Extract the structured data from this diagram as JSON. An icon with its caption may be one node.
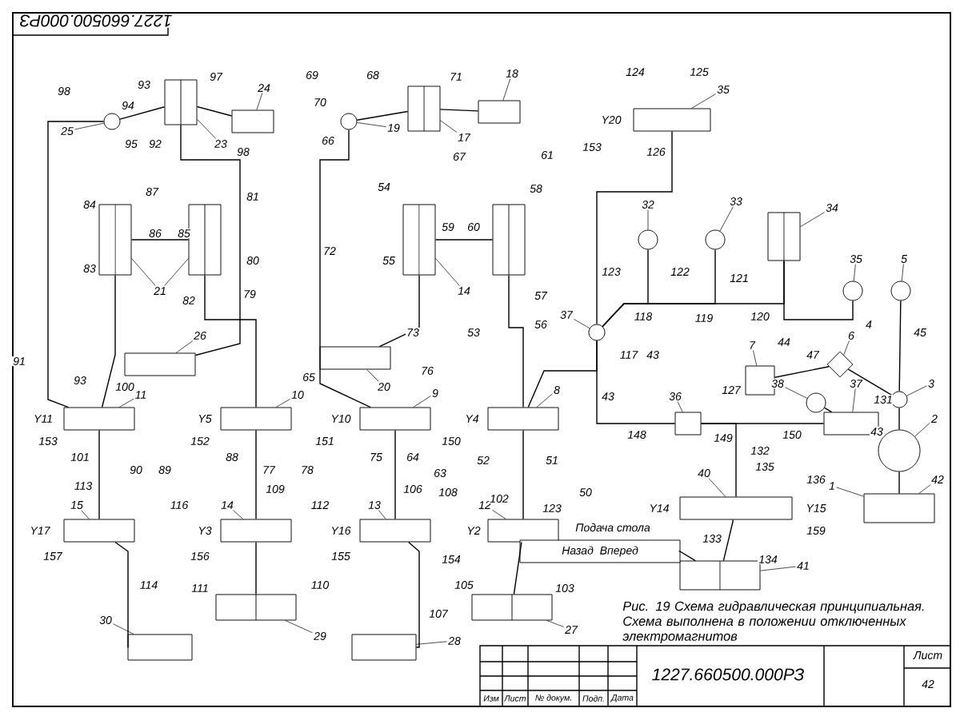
{
  "diagram": {
    "caption": "Рис. 19 Схема гидравлическая принципиальная. Схема выполнена в положении отключенных электромагнитов",
    "nodes": [
      {
        "text": [],
        "shape": "cylinder"
      },
      {
        "text": [],
        "shape": "circle"
      },
      {
        "text": [],
        "shape": "box"
      },
      {
        "text": [],
        "shape": "cylinder"
      },
      {
        "text": [],
        "shape": "cylinder"
      },
      {
        "text": [],
        "shape": "cylinder"
      },
      {
        "text": [],
        "shape": "circle"
      },
      {
        "text": [],
        "shape": "box"
      },
      {
        "text": [],
        "shape": "cylinder"
      },
      {
        "text": [],
        "shape": "cylinder"
      },
      {
        "text": [],
        "shape": "box"
      },
      {
        "text": [],
        "shape": "box"
      },
      {
        "text": [],
        "shape": "box",
        "beside": [
          "Y11"
        ]
      },
      {
        "text": [],
        "shape": "box",
        "beside": [
          "Y5"
        ]
      },
      {
        "text": [],
        "shape": "box",
        "beside": [
          "Y10"
        ]
      },
      {
        "text": [],
        "shape": "box",
        "beside": [
          "Y4"
        ]
      },
      {
        "text": [],
        "shape": "box",
        "beside": [
          "Y17"
        ]
      },
      {
        "text": [],
        "shape": "box",
        "beside": [
          "Y3"
        ]
      },
      {
        "text": [],
        "shape": "box",
        "beside": [
          "Y16"
        ]
      },
      {
        "text": [],
        "shape": "box",
        "beside": [
          "Y2"
        ]
      },
      {
        "text": [],
        "shape": "box"
      },
      {
        "text": [],
        "shape": "cylinder"
      },
      {
        "text": [],
        "shape": "box"
      },
      {
        "text": [],
        "shape": "cylinder"
      },
      {
        "text": [],
        "shape": "box",
        "beside": [
          "Y20"
        ]
      },
      {
        "text": [],
        "shape": "circle"
      },
      {
        "text": [],
        "shape": "circle"
      },
      {
        "text": [],
        "shape": "cylinder"
      },
      {
        "text": [],
        "shape": "circle"
      },
      {
        "text": [],
        "shape": "circle"
      },
      {
        "text": [],
        "shape": "circle"
      },
      {
        "text": [],
        "shape": "box"
      },
      {
        "text": [],
        "shape": "diamond"
      },
      {
        "text": [],
        "shape": "circle"
      },
      {
        "text": [],
        "shape": "circle"
      },
      {
        "text": [],
        "shape": "box"
      },
      {
        "text": [],
        "shape": "box"
      },
      {
        "text": [],
        "shape": "circle"
      },
      {
        "text": [],
        "shape": "box"
      },
      {
        "text": [],
        "shape": "box",
        "beside": [
          "Y14",
          "Y15"
        ]
      },
      {
        "text": [],
        "shape": "cylinder"
      },
      {
        "text": [
          "Назад",
          "Вперед"
        ],
        "beside": [
          "Подача стола"
        ]
      },
      {
        "text": [
          "23"
        ]
      },
      {
        "text": [
          "25"
        ]
      },
      {
        "text": [
          "24"
        ]
      },
      {
        "text": [
          "21"
        ]
      },
      {
        "text": [
          "17"
        ]
      },
      {
        "text": [
          "19"
        ]
      },
      {
        "text": [
          "18"
        ]
      },
      {
        "text": [
          "14"
        ]
      },
      {
        "text": [
          "26"
        ]
      },
      {
        "text": [
          "20"
        ]
      },
      {
        "text": [
          "11"
        ]
      },
      {
        "text": [
          "10"
        ]
      },
      {
        "text": [
          "9"
        ]
      },
      {
        "text": [
          "8"
        ]
      },
      {
        "text": [
          "15"
        ]
      },
      {
        "text": [
          "14"
        ]
      },
      {
        "text": [
          "13"
        ]
      },
      {
        "text": [
          "12"
        ]
      },
      {
        "text": [
          "30"
        ]
      },
      {
        "text": [
          "29"
        ]
      },
      {
        "text": [
          "28"
        ]
      },
      {
        "text": [
          "27"
        ]
      },
      {
        "text": [
          "35"
        ]
      },
      {
        "text": [
          "32"
        ]
      },
      {
        "text": [
          "33"
        ]
      },
      {
        "text": [
          "34"
        ]
      },
      {
        "text": [
          "35"
        ]
      },
      {
        "text": [
          "5"
        ]
      },
      {
        "text": [
          "37"
        ]
      },
      {
        "text": [
          "7"
        ]
      },
      {
        "text": [
          "6"
        ]
      },
      {
        "text": [
          "3"
        ]
      },
      {
        "text": [
          "2"
        ]
      },
      {
        "text": [
          "1"
        ]
      },
      {
        "text": [
          "42"
        ]
      },
      {
        "text": [
          "36"
        ]
      },
      {
        "text": [
          "38"
        ]
      },
      {
        "text": [
          "37"
        ]
      },
      {
        "text": [
          "40"
        ]
      },
      {
        "text": [
          "41"
        ]
      }
    ],
    "edges": [
      {
        "from": 1,
        "to": 0,
        "arrow": "none"
      },
      {
        "from": 0,
        "to": 2,
        "arrow": "none"
      },
      {
        "from": 3,
        "to": 4,
        "arrow": "none"
      },
      {
        "from": 6,
        "to": 5,
        "arrow": "none"
      },
      {
        "from": 5,
        "to": 7,
        "arrow": "none"
      },
      {
        "from": 8,
        "to": 9,
        "arrow": "none"
      },
      {
        "from": 12,
        "to": 1,
        "arrow": "none"
      },
      {
        "from": 12,
        "to": 3,
        "arrow": "none"
      },
      {
        "from": 10,
        "to": 0,
        "arrow": "none"
      },
      {
        "from": 13,
        "to": 4,
        "arrow": "none"
      },
      {
        "from": 14,
        "to": 6,
        "arrow": "none"
      },
      {
        "from": 11,
        "to": 8,
        "arrow": "none"
      },
      {
        "from": 15,
        "to": 9,
        "arrow": "none"
      },
      {
        "from": 12,
        "to": 16,
        "arrow": "none"
      },
      {
        "from": 13,
        "to": 17,
        "arrow": "none"
      },
      {
        "from": 14,
        "to": 18,
        "arrow": "none"
      },
      {
        "from": 15,
        "to": 19,
        "arrow": "none"
      },
      {
        "from": 16,
        "to": 20,
        "arrow": "none"
      },
      {
        "from": 17,
        "to": 21,
        "arrow": "none"
      },
      {
        "from": 18,
        "to": 22,
        "arrow": "none"
      },
      {
        "from": 19,
        "to": 23,
        "arrow": "none"
      },
      {
        "from": 30,
        "to": 24,
        "arrow": "none"
      },
      {
        "from": 30,
        "to": 25,
        "arrow": "none"
      },
      {
        "from": 30,
        "to": 26,
        "arrow": "none"
      },
      {
        "from": 30,
        "to": 27,
        "arrow": "none"
      },
      {
        "from": 27,
        "to": 28,
        "arrow": "none"
      },
      {
        "from": 29,
        "to": 33,
        "arrow": "none"
      },
      {
        "from": 33,
        "to": 34,
        "arrow": "none"
      },
      {
        "from": 34,
        "to": 35,
        "arrow": "none"
      },
      {
        "from": 31,
        "to": 32,
        "arrow": "none"
      },
      {
        "from": 32,
        "to": 33,
        "arrow": "none"
      },
      {
        "from": 30,
        "to": 36,
        "arrow": "none"
      },
      {
        "from": 36,
        "to": 39,
        "arrow": "none"
      },
      {
        "from": 36,
        "to": 38,
        "arrow": "none"
      },
      {
        "from": 37,
        "to": 38,
        "arrow": "none"
      },
      {
        "from": 39,
        "to": 40,
        "arrow": "none"
      },
      {
        "from": 30,
        "to": 15,
        "arrow": "none"
      },
      {
        "from": 41,
        "to": 40,
        "arrow": "none"
      },
      {
        "from": 42,
        "to": 0,
        "arrow": "none"
      },
      {
        "from": 43,
        "to": 1,
        "arrow": "none"
      },
      {
        "from": 44,
        "to": 2,
        "arrow": "none"
      },
      {
        "from": 45,
        "to": 3,
        "arrow": "none"
      },
      {
        "from": 45,
        "to": 4,
        "arrow": "none"
      },
      {
        "from": 46,
        "to": 5,
        "arrow": "none"
      },
      {
        "from": 47,
        "to": 6,
        "arrow": "none"
      },
      {
        "from": 48,
        "to": 7,
        "arrow": "none"
      },
      {
        "from": 49,
        "to": 8,
        "arrow": "none"
      },
      {
        "from": 50,
        "to": 10,
        "arrow": "none"
      },
      {
        "from": 51,
        "to": 11,
        "arrow": "none"
      },
      {
        "from": 52,
        "to": 12,
        "arrow": "none"
      },
      {
        "from": 53,
        "to": 13,
        "arrow": "none"
      },
      {
        "from": 54,
        "to": 14,
        "arrow": "none"
      },
      {
        "from": 55,
        "to": 15,
        "arrow": "none"
      },
      {
        "from": 56,
        "to": 16,
        "arrow": "none"
      },
      {
        "from": 57,
        "to": 17,
        "arrow": "none"
      },
      {
        "from": 58,
        "to": 18,
        "arrow": "none"
      },
      {
        "from": 59,
        "to": 19,
        "arrow": "none"
      },
      {
        "from": 60,
        "to": 20,
        "arrow": "none"
      },
      {
        "from": 61,
        "to": 21,
        "arrow": "none"
      },
      {
        "from": 62,
        "to": 22,
        "arrow": "none"
      },
      {
        "from": 63,
        "to": 23,
        "arrow": "none"
      },
      {
        "from": 64,
        "to": 24,
        "arrow": "none"
      },
      {
        "from": 65,
        "to": 25,
        "arrow": "none"
      },
      {
        "from": 66,
        "to": 26,
        "arrow": "none"
      },
      {
        "from": 67,
        "to": 27,
        "arrow": "none"
      },
      {
        "from": 68,
        "to": 28,
        "arrow": "none"
      },
      {
        "from": 69,
        "to": 29,
        "arrow": "none"
      },
      {
        "from": 70,
        "to": 30,
        "arrow": "none"
      },
      {
        "from": 71,
        "to": 31,
        "arrow": "none"
      },
      {
        "from": 72,
        "to": 32,
        "arrow": "none"
      },
      {
        "from": 73,
        "to": 33,
        "arrow": "none"
      },
      {
        "from": 74,
        "to": 34,
        "arrow": "none"
      },
      {
        "from": 75,
        "to": 35,
        "arrow": "none"
      },
      {
        "from": 76,
        "to": 35,
        "arrow": "none"
      },
      {
        "from": 77,
        "to": 36,
        "arrow": "none"
      },
      {
        "from": 78,
        "to": 37,
        "arrow": "none"
      },
      {
        "from": 79,
        "to": 38,
        "arrow": "none"
      },
      {
        "from": 80,
        "to": 39,
        "arrow": "none"
      },
      {
        "from": 81,
        "to": 40,
        "arrow": "none"
      }
    ],
    "labels": [
      "1227.660500.000РЗ",
      "98",
      "93",
      "97",
      "94",
      "95",
      "92",
      "98",
      "87",
      "81",
      "84",
      "86",
      "85",
      "83",
      "80",
      "79",
      "82",
      "69",
      "68",
      "71",
      "70",
      "66",
      "67",
      "54",
      "59",
      "60",
      "55",
      "72",
      "73",
      "53",
      "61",
      "58",
      "57",
      "56",
      "124",
      "125",
      "153",
      "126",
      "123",
      "122",
      "121",
      "118",
      "119",
      "120",
      "4",
      "45",
      "117",
      "43",
      "44",
      "47",
      "91",
      "93",
      "100",
      "65",
      "76",
      "153",
      "152",
      "151",
      "150",
      "101",
      "88",
      "75",
      "64",
      "63",
      "90",
      "89",
      "77",
      "78",
      "113",
      "116",
      "109",
      "112",
      "106",
      "108",
      "157",
      "156",
      "155",
      "154",
      "114",
      "111",
      "110",
      "107",
      "105",
      "43",
      "127",
      "131",
      "43",
      "148",
      "149",
      "150",
      "132",
      "135",
      "136",
      "51",
      "50",
      "102",
      "123",
      "52",
      "159",
      "133",
      "134",
      "103",
      "Изм",
      "Лист",
      "№ докум.",
      "Подп.",
      "Дата",
      "1227.660500.000РЗ",
      "Лист",
      "42"
    ]
  }
}
